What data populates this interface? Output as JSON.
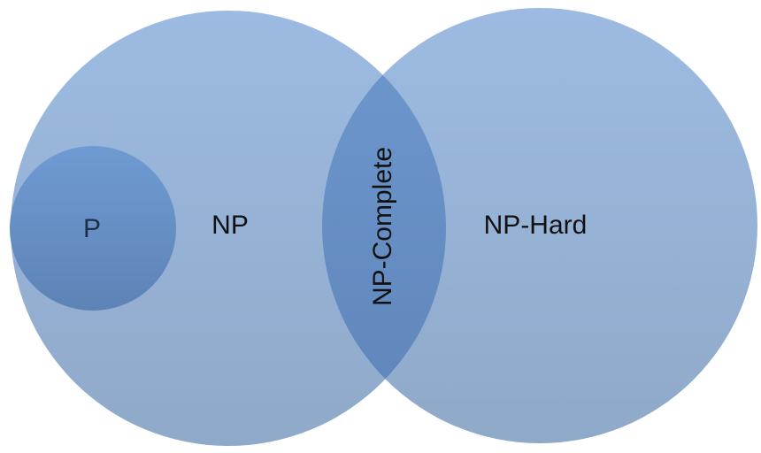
{
  "diagram": {
    "sets": {
      "np": {
        "label": "NP"
      },
      "np_hard": {
        "label": "NP-Hard"
      },
      "p": {
        "label": "P"
      },
      "np_complete": {
        "label": "NP-Complete"
      }
    },
    "colors": {
      "circle_top": "#9dbbe2",
      "circle_bottom": "#8fa9c8",
      "circle_edge": "#8daed8",
      "overlap_top": "#6e98cf",
      "overlap_bottom": "#5e85b9",
      "p_top": "#6f9bd3",
      "p_bottom": "#5d83b6"
    }
  }
}
